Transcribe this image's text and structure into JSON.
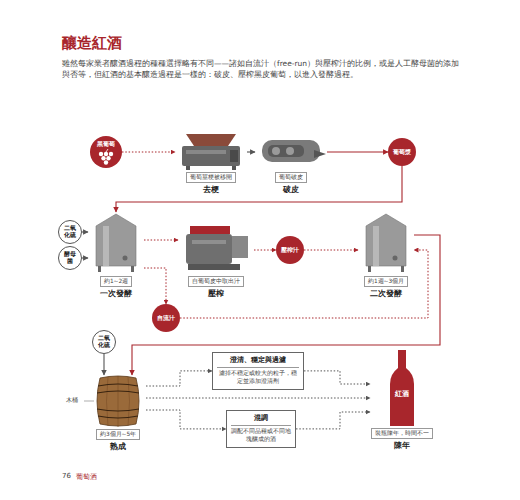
{
  "diagram": {
    "title": "釀造紅酒",
    "nodes": [
      {
        "text": [
          "黑葡萄"
        ]
      },
      {
        "text": [
          "葡萄莖梗被移開",
          "去梗"
        ]
      },
      {
        "text": [
          "葡萄破皮",
          "破皮"
        ]
      },
      {
        "text": [
          "葡萄漿"
        ]
      },
      {
        "text": [
          "二氧化硫"
        ]
      },
      {
        "text": [
          "酵母菌"
        ]
      },
      {
        "text": [
          "約1~2週",
          "一次發酵"
        ]
      },
      {
        "text": [
          "自葡萄皮中取出汁",
          "壓榨"
        ]
      },
      {
        "text": [
          "壓榨汁"
        ]
      },
      {
        "text": [
          "自流汁"
        ]
      },
      {
        "text": [
          "約1週~3個月",
          "二次發酵"
        ]
      },
      {
        "text": [
          "二氧化硫"
        ]
      },
      {
        "text": [
          "約3個月~5年",
          "熟成"
        ]
      },
      {
        "text": [
          "澄清、穩定與過濾",
          "濾掉不穩定或較大的粒子，穩定並添加澄清劑"
        ]
      },
      {
        "text": [
          "混調",
          "調配不同品種或不同地塊釀成的酒"
        ]
      },
      {
        "text": [
          "紅酒",
          "裝瓶陳年，時間不一",
          "陳年"
        ]
      }
    ],
    "edges": [
      {
        "from": 0,
        "to": 1,
        "arrow": "to"
      },
      {
        "from": 1,
        "to": 2,
        "arrow": "to"
      },
      {
        "from": 2,
        "to": 3,
        "arrow": "to"
      },
      {
        "from": 3,
        "to": 6,
        "arrow": "to"
      },
      {
        "from": 4,
        "to": 6,
        "arrow": "to"
      },
      {
        "from": 5,
        "to": 6,
        "arrow": "to"
      },
      {
        "from": 6,
        "to": 7,
        "arrow": "to"
      },
      {
        "from": 6,
        "to": 9,
        "arrow": "to"
      },
      {
        "from": 7,
        "to": 8,
        "arrow": "to"
      },
      {
        "from": 8,
        "to": 10,
        "arrow": "to"
      },
      {
        "from": 9,
        "to": 10,
        "arrow": "to"
      },
      {
        "from": 10,
        "to": 12,
        "arrow": "to"
      },
      {
        "from": 11,
        "to": 12,
        "arrow": "to"
      },
      {
        "from": 12,
        "to": 13,
        "arrow": "to"
      },
      {
        "from": 12,
        "to": 14,
        "arrow": "to"
      },
      {
        "from": 12,
        "to": 15,
        "arrow": "to"
      },
      {
        "from": 13,
        "to": 15,
        "arrow": "to"
      },
      {
        "from": 14,
        "to": 15,
        "arrow": "to"
      }
    ],
    "labels": [
      "雖然每家業者釀酒過程的種種選擇略有不同——諸如自流汁（free-run）與壓榨汁的比例，或是人工酵母菌的添加與否等，但紅酒的基本釀造過程是一樣的：破皮、壓榨黑皮葡萄，以進入發酵過程。",
      "木桶",
      "76",
      "葡萄酒"
    ]
  }
}
